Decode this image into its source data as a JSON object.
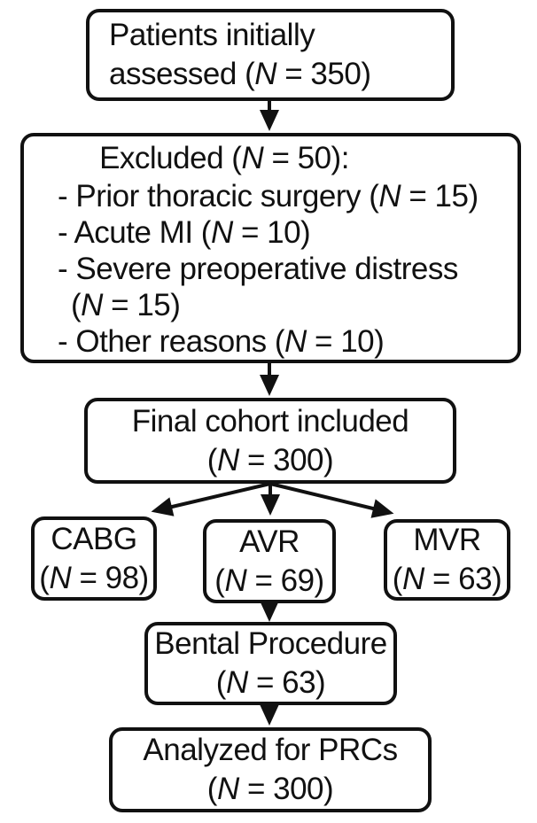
{
  "colors": {
    "line": "#111111",
    "background": "#ffffff",
    "text": "#111111"
  },
  "nodes": {
    "assessed": {
      "lines": [
        [
          {
            "t": "Patients initially"
          }
        ],
        [
          {
            "t": "assessed ("
          },
          {
            "t": "N",
            "i": true
          },
          {
            "t": " = 350)"
          }
        ]
      ]
    },
    "excluded": {
      "title": [
        {
          "t": "Excluded ("
        },
        {
          "t": "N",
          "i": true
        },
        {
          "t": " = 50):"
        }
      ],
      "items": [
        [
          {
            "t": "- Prior thoracic surgery ("
          },
          {
            "t": "N",
            "i": true
          },
          {
            "t": " = 15)"
          }
        ],
        [
          {
            "t": "- Acute MI ("
          },
          {
            "t": "N",
            "i": true
          },
          {
            "t": " = 10)"
          }
        ],
        [
          {
            "t": "- Severe preoperative distress"
          },
          {
            "br": true
          },
          {
            "t": "("
          },
          {
            "t": "N",
            "i": true
          },
          {
            "t": " = 15)"
          }
        ],
        [
          {
            "t": "- Other reasons ("
          },
          {
            "t": "N",
            "i": true
          },
          {
            "t": " = 10)"
          }
        ]
      ]
    },
    "final_cohort": {
      "lines": [
        [
          {
            "t": "Final cohort included"
          }
        ],
        [
          {
            "t": "("
          },
          {
            "t": "N",
            "i": true
          },
          {
            "t": " = 300)"
          }
        ]
      ]
    },
    "cabg": {
      "lines": [
        [
          {
            "t": "CABG"
          }
        ],
        [
          {
            "t": "("
          },
          {
            "t": "N",
            "i": true
          },
          {
            "t": " = 98)"
          }
        ]
      ]
    },
    "avr": {
      "lines": [
        [
          {
            "t": "AVR"
          }
        ],
        [
          {
            "t": "("
          },
          {
            "t": "N",
            "i": true
          },
          {
            "t": " = 69)"
          }
        ]
      ]
    },
    "mvr": {
      "lines": [
        [
          {
            "t": "MVR"
          }
        ],
        [
          {
            "t": "("
          },
          {
            "t": "N",
            "i": true
          },
          {
            "t": " = 63)"
          }
        ]
      ]
    },
    "bental": {
      "lines": [
        [
          {
            "t": "Bental Procedure"
          }
        ],
        [
          {
            "t": "("
          },
          {
            "t": "N",
            "i": true
          },
          {
            "t": " = 63)"
          }
        ]
      ]
    },
    "analyzed": {
      "lines": [
        [
          {
            "t": "Analyzed for PRCs"
          }
        ],
        [
          {
            "t": "("
          },
          {
            "t": "N",
            "i": true
          },
          {
            "t": " = 300)"
          }
        ]
      ]
    }
  }
}
